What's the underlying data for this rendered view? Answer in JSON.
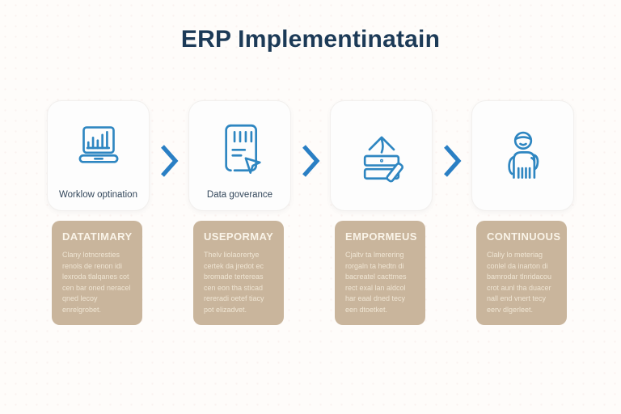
{
  "page": {
    "title": "ERP Implementinatain"
  },
  "colors": {
    "accent_blue": "#2e86c1",
    "arrow_blue": "#2a7fc4",
    "title_navy": "#1c3a57",
    "label_text": "#33475b",
    "card_tan": "#c9b59c",
    "tan_title_text": "#faf4e8",
    "tan_body_text": "#efe5d3"
  },
  "steps": [
    {
      "icon": "laptop-bar-chart-icon",
      "label": "Worklow optination",
      "card": {
        "title": "DATATIMARY",
        "body": "Clany lotncresties renols de renon idi lexroda tlalqanes cot cen bar oned neracel qned lecoy enrelgrobet."
      }
    },
    {
      "icon": "document-report-icon",
      "label": "Data goverance",
      "card": {
        "title": "USEPORMAY",
        "body": "Thelv liolaorertye certek da jredot ec bromade tertereas cen eon tha sticad rereradi oetef tiacy pot elizadvet."
      }
    },
    {
      "icon": "upload-server-edit-icon",
      "label": "",
      "card": {
        "title": "EMPORMEUS",
        "body": "Cjaltv ta lmerering rorgaln ta hedtn di bacreatel cacttmes rect exal lan aldcol har eaal dned tecy een dtoetket."
      }
    },
    {
      "icon": "person-user-icon",
      "label": "",
      "card": {
        "title": "CONTINUOUS",
        "body": "Claliy lo meteriag conlel da inarton di bamrodar tlnridacou crot aunl tha duacer nall end vnert tecy eerv dlgerleet."
      }
    }
  ]
}
